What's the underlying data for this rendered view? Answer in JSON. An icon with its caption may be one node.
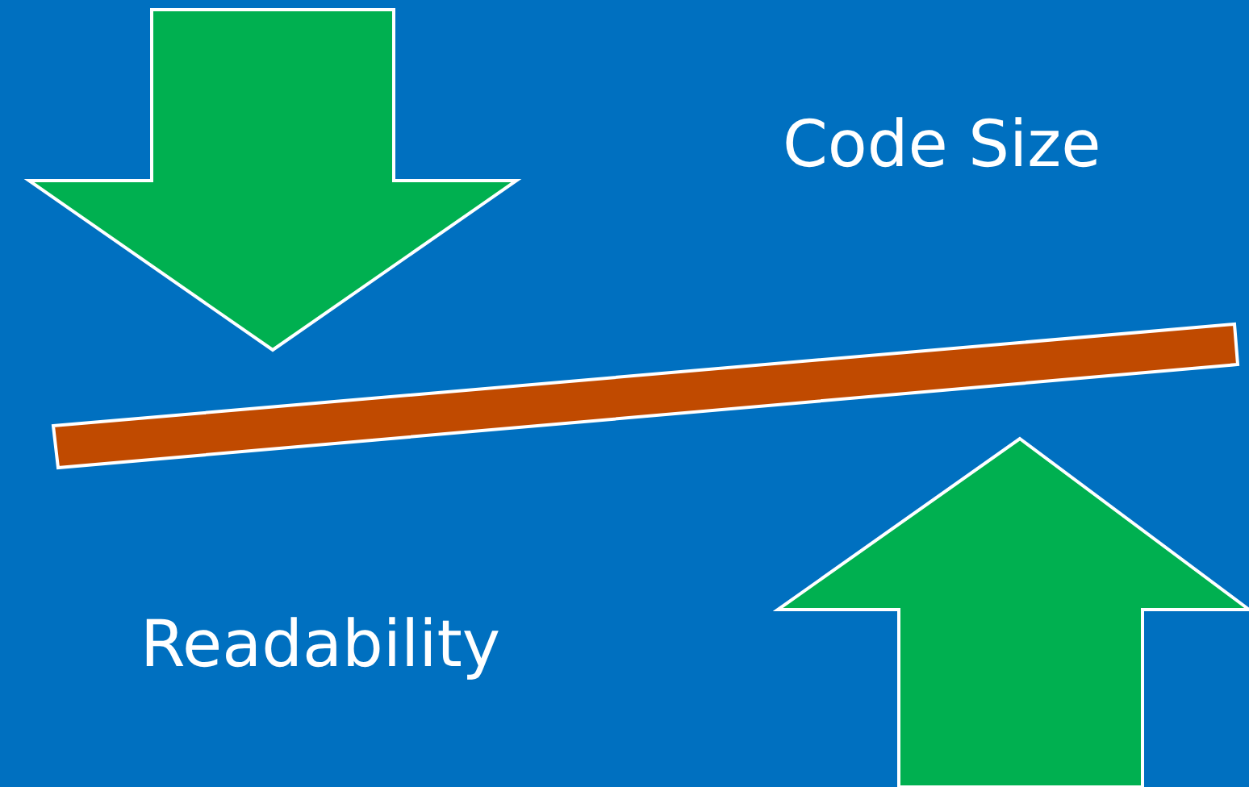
{
  "diagram": {
    "nodes": [
      {
        "text": [],
        "shape": "bar"
      }
    ],
    "labels": [
      "Code Size",
      "Readability"
    ]
  }
}
